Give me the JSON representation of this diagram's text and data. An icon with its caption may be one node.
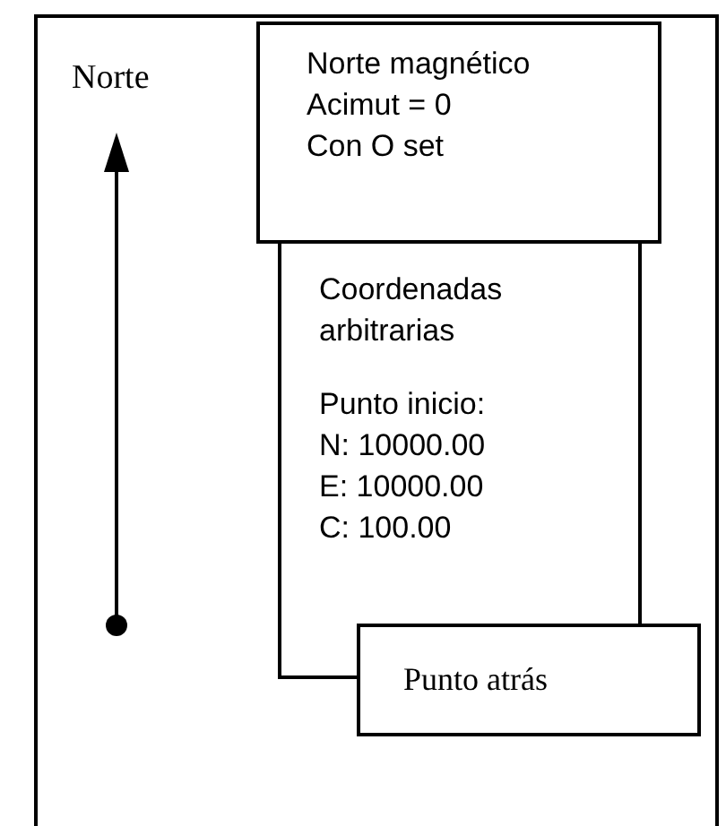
{
  "diagram": {
    "nodes": [
      {
        "text": [
          "Norte magnético",
          "Acimut = 0",
          "Con O set"
        ]
      },
      {
        "text": [
          "Coordenadas arbitrarias",
          "Punto inicio:",
          "N: 10000.00",
          "E: 10000.00",
          "C: 100.00"
        ]
      },
      {
        "text": [
          "Punto atrás"
        ]
      }
    ],
    "labels": [
      "Norte"
    ]
  }
}
